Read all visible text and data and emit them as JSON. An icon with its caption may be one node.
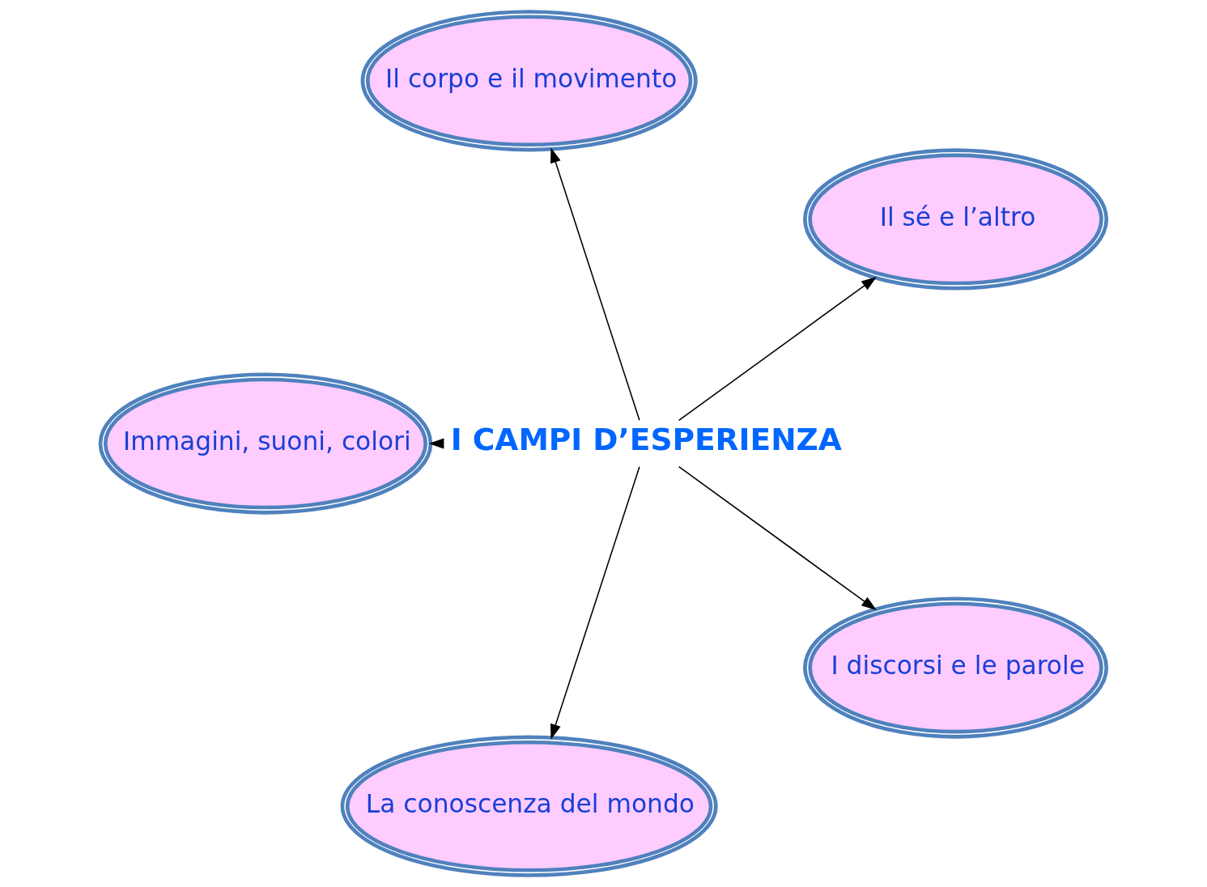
{
  "diagram": {
    "nodes": [
      {
        "text": [
          "Il sé e l’altro"
        ]
      },
      {
        "text": [
          "Il corpo e il movimento"
        ]
      },
      {
        "text": [
          "Immagini, suoni, colori"
        ]
      },
      {
        "text": [
          "I CAMPI D’ESPERIENZA"
        ]
      },
      {
        "text": [
          "La conoscenza del mondo"
        ]
      },
      {
        "text": [
          "I discorsi e le parole"
        ]
      }
    ],
    "edges": [
      {
        "from": 3,
        "to": 0,
        "arrow": "to"
      },
      {
        "from": 3,
        "to": 1,
        "arrow": "to"
      },
      {
        "from": 3,
        "to": 2,
        "arrow": "to"
      },
      {
        "from": 3,
        "to": 4,
        "arrow": "to"
      },
      {
        "from": 3,
        "to": 5,
        "arrow": "to"
      }
    ]
  }
}
